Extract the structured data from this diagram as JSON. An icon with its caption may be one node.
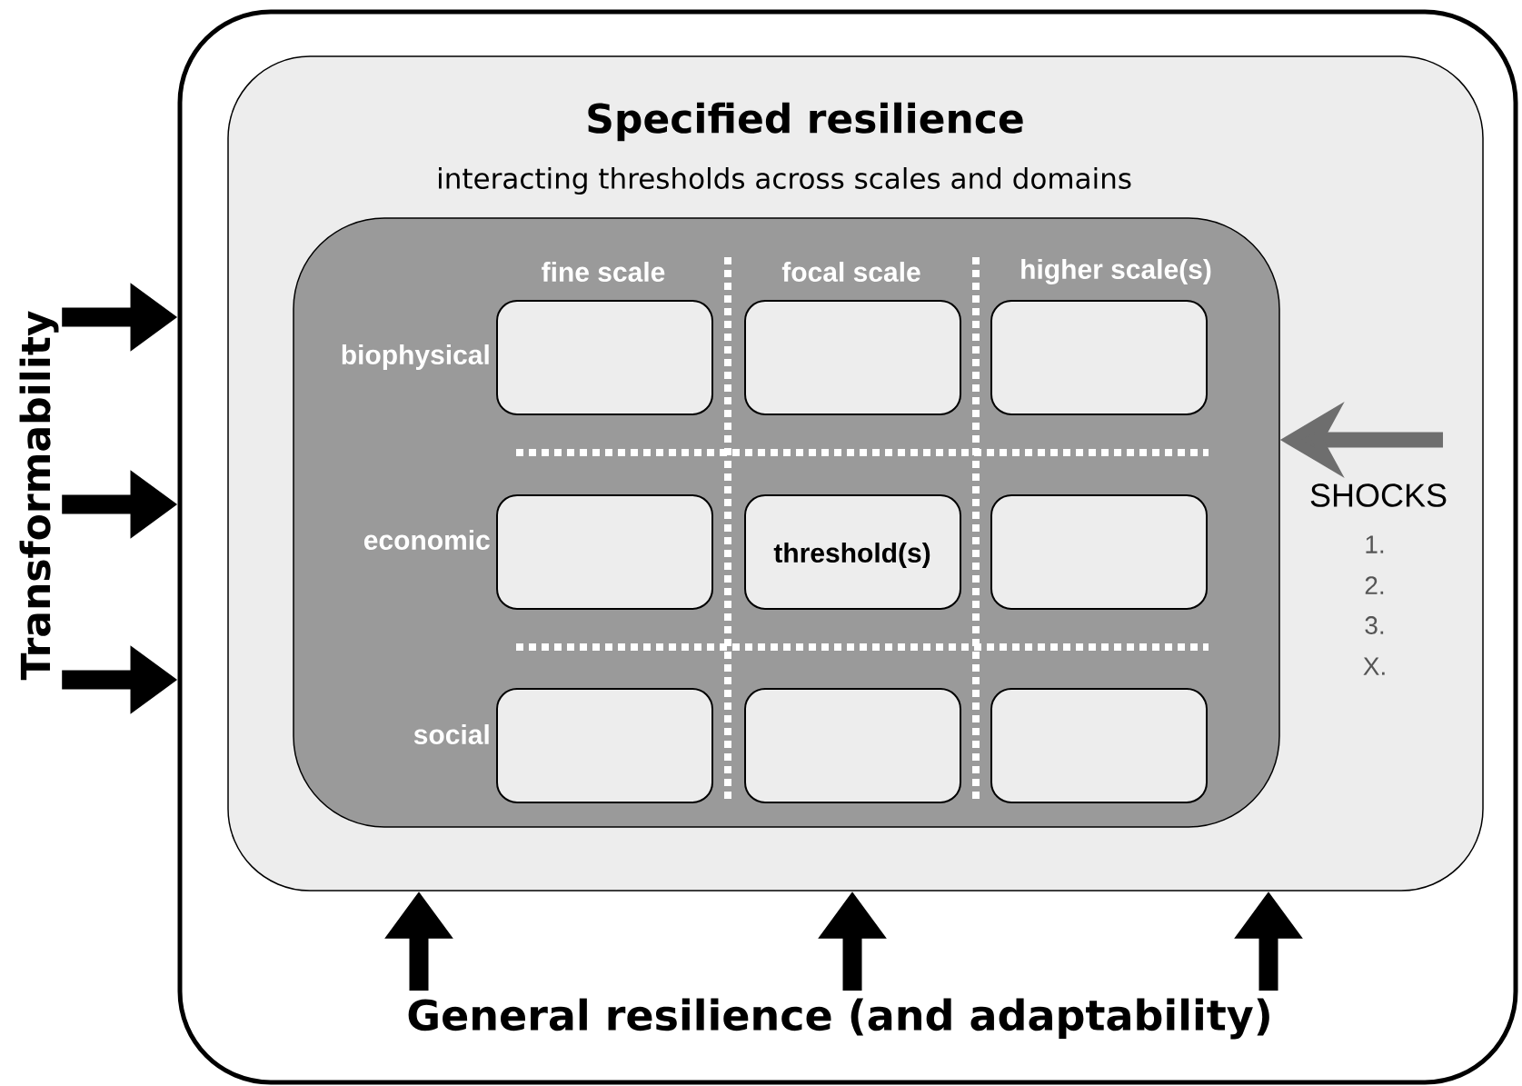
{
  "diagram": {
    "nodes": [
      {
        "text": [
          "General resilience (and adaptability)"
        ]
      },
      {
        "text": [
          "Specified resilience",
          "interacting thresholds across scales and domains"
        ],
        "in": 0
      },
      {
        "text": [],
        "shape": "box",
        "in": 1
      },
      {
        "text": [],
        "shape": "box",
        "in": 2
      },
      {
        "text": [],
        "shape": "box",
        "in": 2
      },
      {
        "text": [],
        "shape": "box",
        "in": 2
      },
      {
        "text": [],
        "shape": "box",
        "in": 2
      },
      {
        "text": [
          "threshold(s)"
        ],
        "in": 2
      },
      {
        "text": [],
        "shape": "box",
        "in": 2
      },
      {
        "text": [],
        "shape": "box",
        "in": 2
      },
      {
        "text": [],
        "shape": "box",
        "in": 2
      },
      {
        "text": [],
        "shape": "box",
        "in": 2
      },
      {
        "text": [
          "Transformability"
        ]
      }
    ],
    "edges": [
      {
        "from": 12,
        "to": 0,
        "arrow": "to"
      },
      {
        "from": 12,
        "to": 0,
        "arrow": "to"
      },
      {
        "from": 12,
        "to": 0,
        "arrow": "to"
      },
      {
        "from": null,
        "to": 1,
        "arrow": "to"
      },
      {
        "from": null,
        "to": 1,
        "arrow": "to"
      },
      {
        "from": null,
        "to": 1,
        "arrow": "to"
      },
      {
        "from": null,
        "to": 2,
        "arrow": "to",
        "color": "#6e6e6e"
      }
    ],
    "labels": [
      "fine scale",
      "focal scale",
      "higher scale(s)",
      "biophysical",
      "economic",
      "social",
      "SHOCKS",
      "1.",
      "2.",
      "3.",
      "X."
    ]
  }
}
